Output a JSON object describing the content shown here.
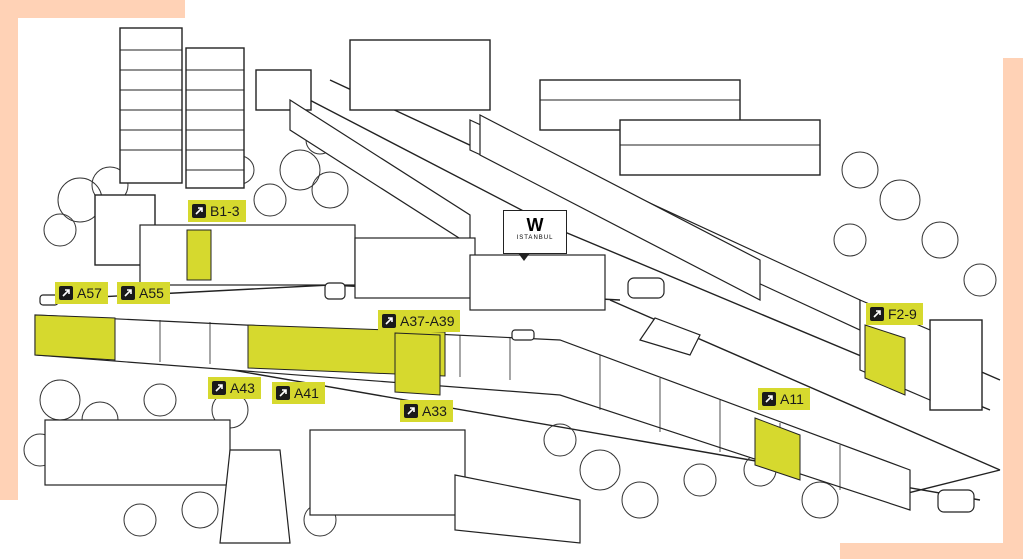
{
  "colors": {
    "accent_frame": "#ffd2b6",
    "highlight": "#d6d92e",
    "marker_bg": "#d6d92e",
    "ink": "#1a1a1a"
  },
  "hotel": {
    "logo": "W",
    "city": "ISTANBUL"
  },
  "markers": [
    {
      "id": "b1-3",
      "label": "B1-3"
    },
    {
      "id": "a57",
      "label": "A57"
    },
    {
      "id": "a55",
      "label": "A55"
    },
    {
      "id": "a37-a39",
      "label": "A37-A39"
    },
    {
      "id": "f2-9",
      "label": "F2-9"
    },
    {
      "id": "a43",
      "label": "A43"
    },
    {
      "id": "a41",
      "label": "A41"
    },
    {
      "id": "a33",
      "label": "A33"
    },
    {
      "id": "a11",
      "label": "A11"
    }
  ],
  "icons": {
    "marker": "arrow-up-right-icon"
  }
}
